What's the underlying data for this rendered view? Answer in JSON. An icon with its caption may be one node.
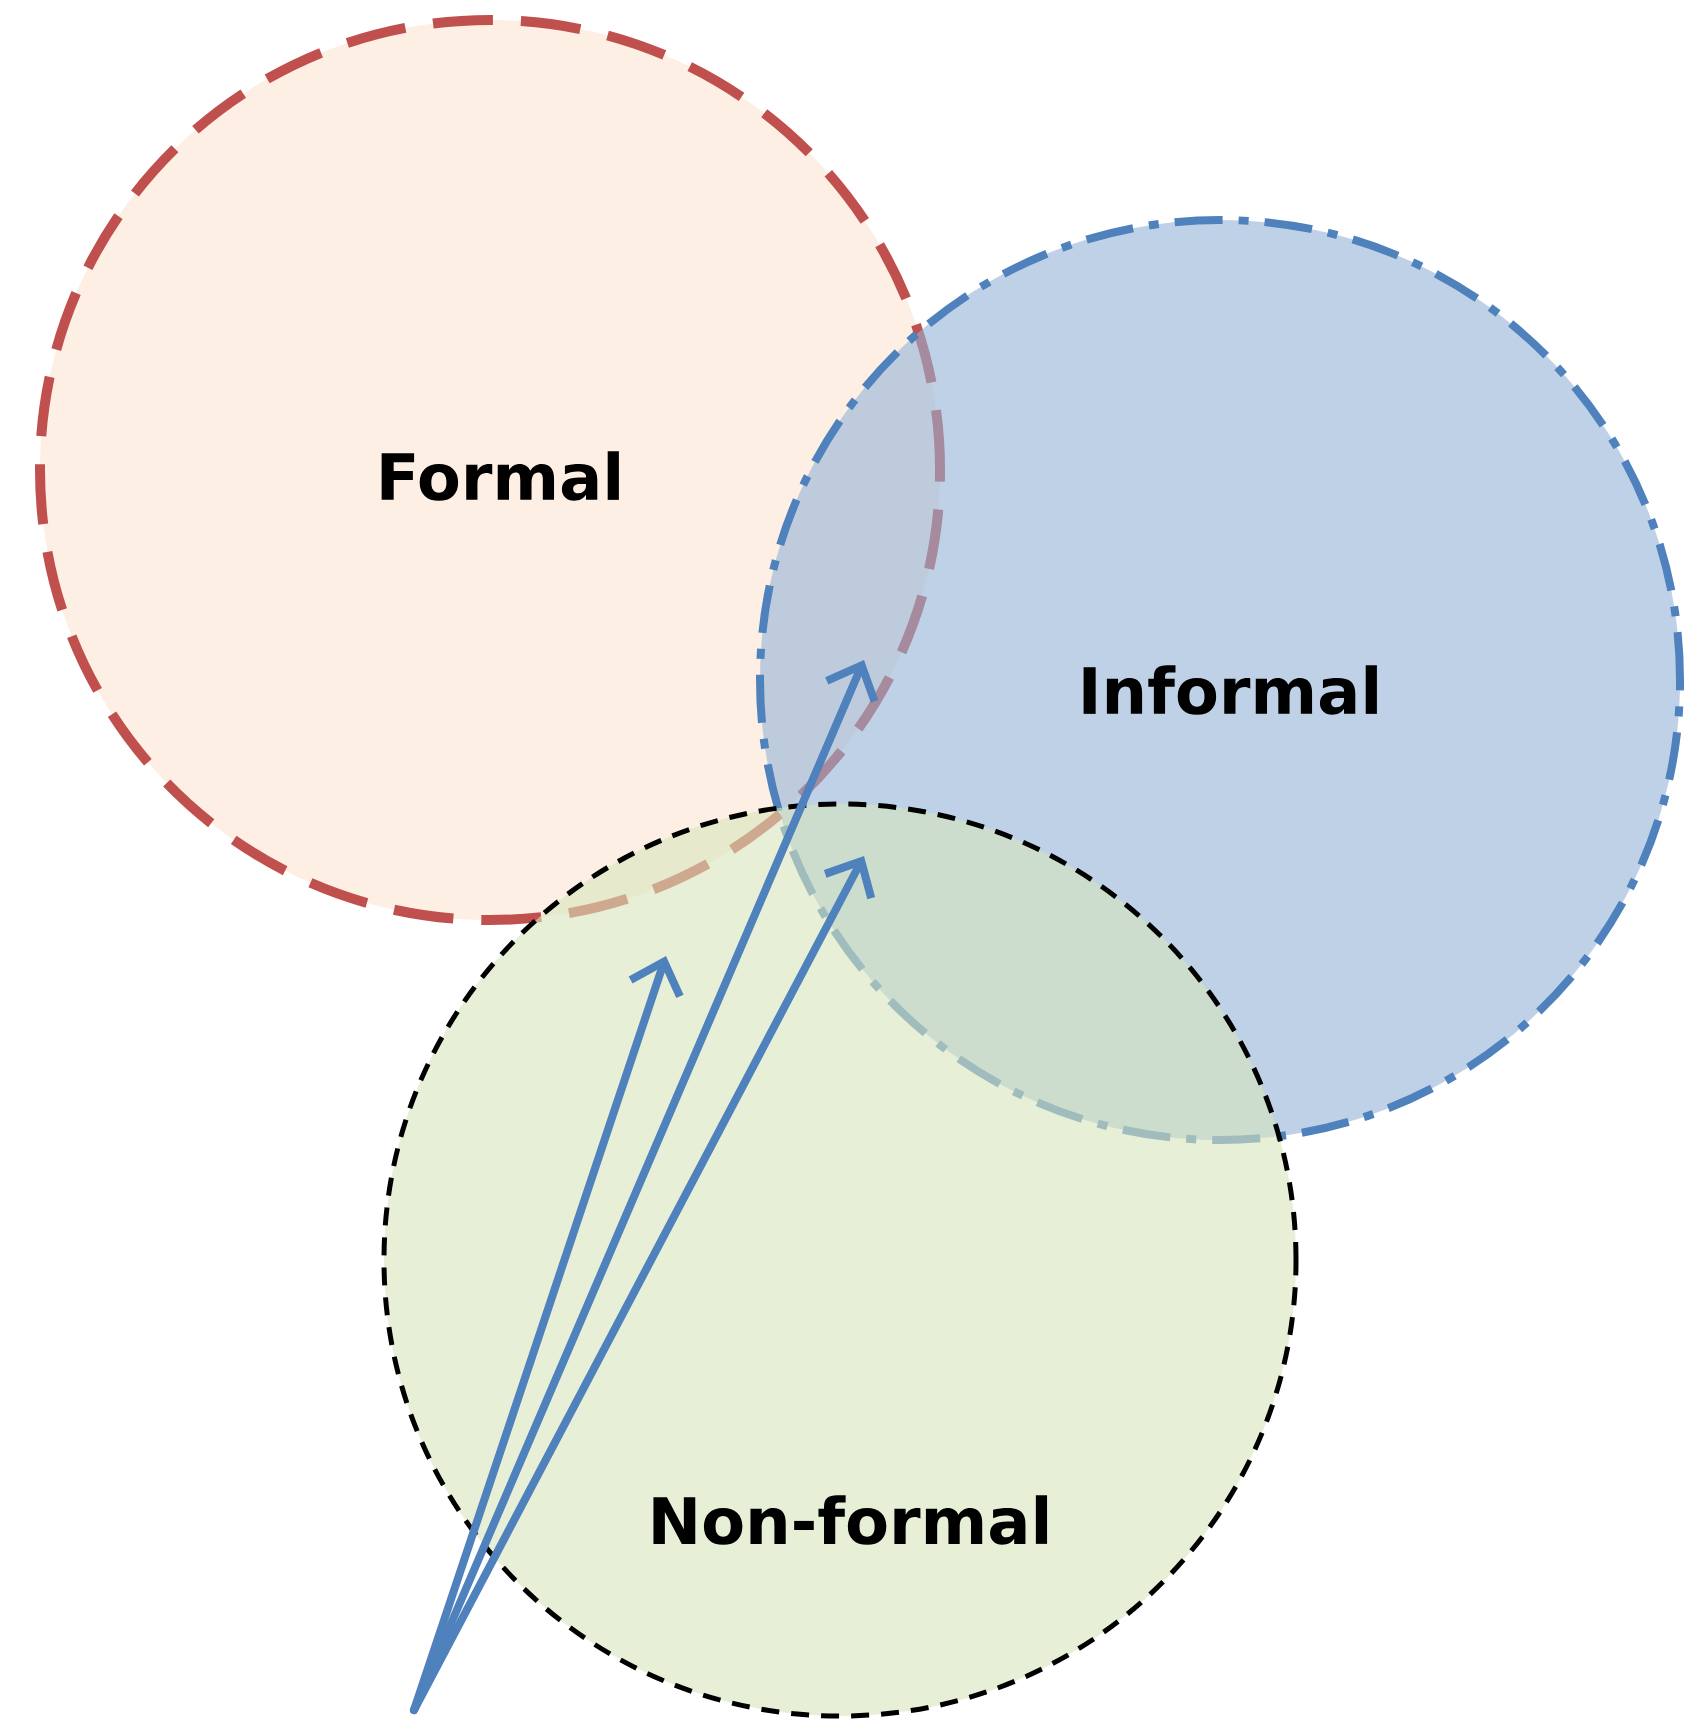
{
  "diagram": {
    "nodes": [
      {
        "text": [
          "Formal"
        ]
      },
      {
        "text": [
          "Informal"
        ]
      },
      {
        "text": [
          "Non-formal"
        ]
      }
    ],
    "edges": [
      {
        "from": null,
        "to": 0,
        "arrow": "to"
      },
      {
        "from": null,
        "to": 1,
        "arrow": "to"
      },
      {
        "from": null,
        "to": 1,
        "arrow": "to"
      }
    ]
  }
}
